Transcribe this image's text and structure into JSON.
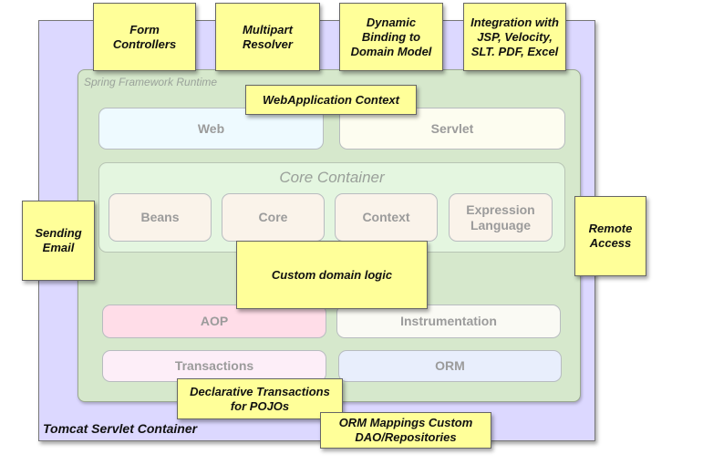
{
  "containers": {
    "tomcat": "Tomcat Servlet Container",
    "runtime": "Spring Framework Runtime",
    "core": "Core Container"
  },
  "modules": {
    "web": "Web",
    "servlet": "Servlet",
    "beans": "Beans",
    "core": "Core",
    "context": "Context",
    "expression": "Expression Language",
    "aop": "AOP",
    "instrumentation": "Instrumentation",
    "transactions": "Transactions",
    "orm": "ORM"
  },
  "notes": {
    "form_controllers": "Form Controllers",
    "multipart_resolver": "Multipart Resolver",
    "dynamic_binding": "Dynamic Binding to Domain Model",
    "integration": "Integration with JSP, Velocity, SLT. PDF, Excel",
    "webapp_context": "WebApplication Context",
    "sending_email": "Sending Email",
    "remote_access": "Remote Access",
    "custom_domain_logic": "Custom domain logic",
    "declarative_transactions": "Declarative Transactions for POJOs",
    "orm_mappings": "ORM Mappings Custom DAO/Repositories"
  },
  "colors": {
    "tomcat_bg": "#dcd8ff",
    "runtime_bg": "#d6e8cc",
    "note_bg": "#ffff99",
    "web_bg": "#eefaff",
    "servlet_bg": "#fdfdf0",
    "aop_bg": "#ffdde8",
    "transactions_bg": "#fdeef8",
    "orm_bg": "#e8eefc"
  }
}
